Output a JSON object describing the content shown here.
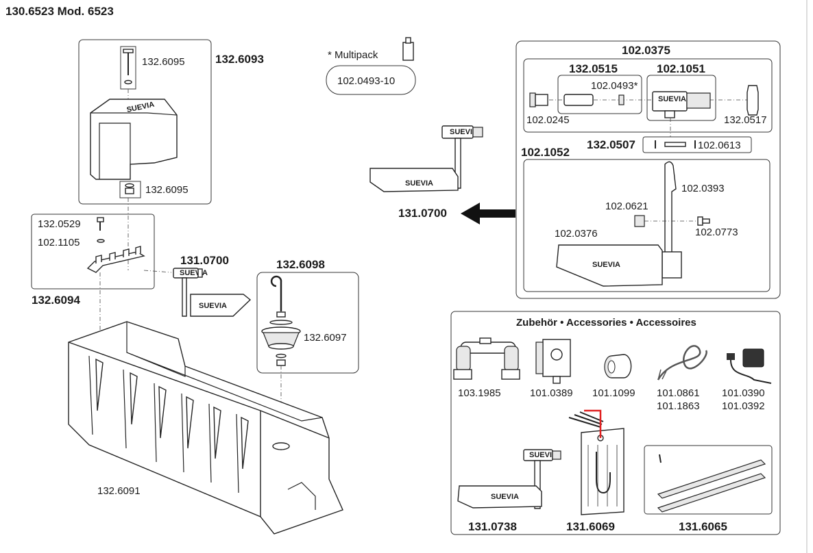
{
  "header": {
    "title": "130.6523 Mod. 6523"
  },
  "brand": {
    "logo_text": "SUEVIA"
  },
  "multipack": {
    "note": "* Multipack",
    "code": "102.0493-10"
  },
  "parts": {
    "p_132_6093": "132.6093",
    "p_132_6095_top": "132.6095",
    "p_132_6095_bottom": "132.6095",
    "p_132_0529": "132.0529",
    "p_102_1105": "102.1105",
    "p_132_6094": "132.6094",
    "p_131_0700_small": "131.0700",
    "p_132_6098": "132.6098",
    "p_132_6097": "132.6097",
    "p_132_6091": "132.6091",
    "p_131_0700_main": "131.0700"
  },
  "valve_group": {
    "p_102_0375": "102.0375",
    "p_132_0515": "132.0515",
    "p_102_1051": "102.1051",
    "p_102_0493": "102.0493*",
    "p_102_0245": "102.0245",
    "p_102_0517": "132.0517",
    "p_132_0507": "132.0507",
    "p_102_0613": "102.0613",
    "p_102_1052": "102.1052",
    "p_102_0393": "102.0393",
    "p_102_0621": "102.0621",
    "p_102_0773": "102.0773",
    "p_102_0376": "102.0376"
  },
  "accessories": {
    "heading": "Zubehör • Accessories • Accessoires",
    "a1": "103.1985",
    "a2": "101.0389",
    "a3": "101.1099",
    "a4a": "101.0861",
    "a4b": "101.1863",
    "a5a": "101.0390",
    "a5b": "101.0392",
    "a6": "131.0738",
    "a7": "131.6069",
    "a8": "131.6065"
  },
  "colors": {
    "line": "#222222",
    "heater_accent": "#e02020",
    "fill_grey": "#e8e8e8"
  }
}
